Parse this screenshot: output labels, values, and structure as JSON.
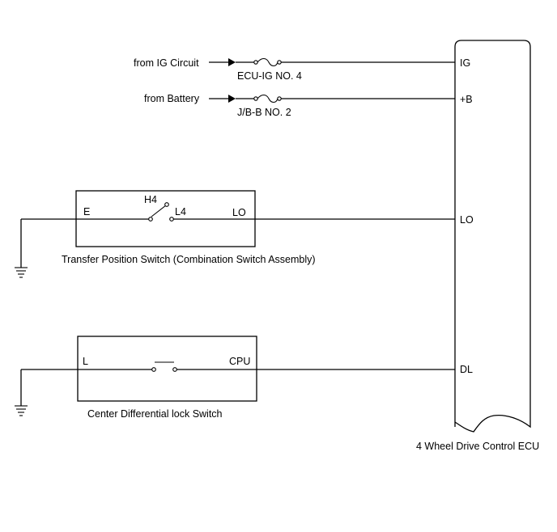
{
  "ecu": {
    "label": "4 Wheel Drive Control ECU",
    "pins": {
      "ig": "IG",
      "b": "+B",
      "lo": "LO",
      "dl": "DL"
    }
  },
  "inputs": {
    "ig_source": "from IG Circuit",
    "ig_fuse": "ECU-IG NO. 4",
    "battery_source": "from Battery",
    "battery_fuse": "J/B-B NO. 2"
  },
  "transfer_switch": {
    "label": "Transfer Position Switch (Combination Switch Assembly)",
    "terminal_e": "E",
    "terminal_lo": "LO",
    "contact_h4": "H4",
    "contact_l4": "L4"
  },
  "diff_switch": {
    "label": "Center Differential lock Switch",
    "terminal_l": "L",
    "terminal_cpu": "CPU"
  }
}
